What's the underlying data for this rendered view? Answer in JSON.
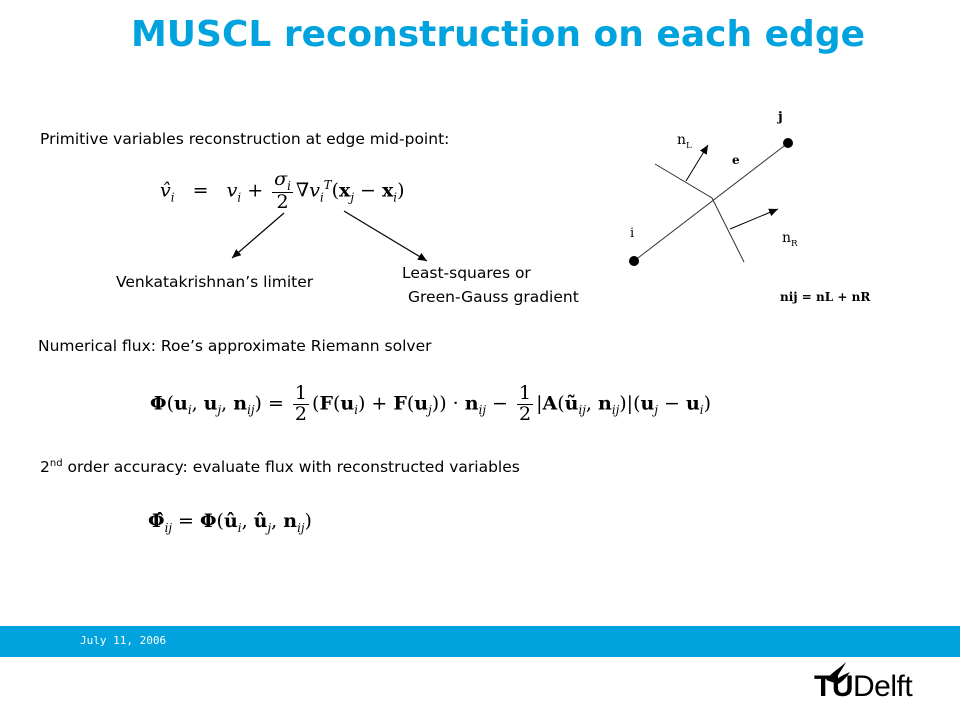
{
  "slide": {
    "title": "MUSCL reconstruction on each edge",
    "recon_intro": "Primitive variables reconstruction at edge mid-point:",
    "limiter_label": "Venkatakrishnan’s limiter",
    "gradient_label_line1": "Least-squares or",
    "gradient_label_line2": "Green-Gauss gradient",
    "flux_intro": "Numerical flux: Roe’s approximate Riemann solver",
    "accuracy_order": "2",
    "accuracy_sup": "nd",
    "accuracy_text": "order accuracy: evaluate flux with reconstructed variables"
  },
  "diagram": {
    "node_i": "i",
    "node_j": "j",
    "edge_label": "e",
    "normal_left": "n",
    "normal_left_sub": "L",
    "normal_right": "n",
    "normal_right_sub": "R",
    "normal_sum": "nij = nL + nR"
  },
  "footer": {
    "date": "July 11, 2006",
    "logo_tu": "TU",
    "logo_delft": "Delft",
    "band_color": "#00a3de"
  }
}
